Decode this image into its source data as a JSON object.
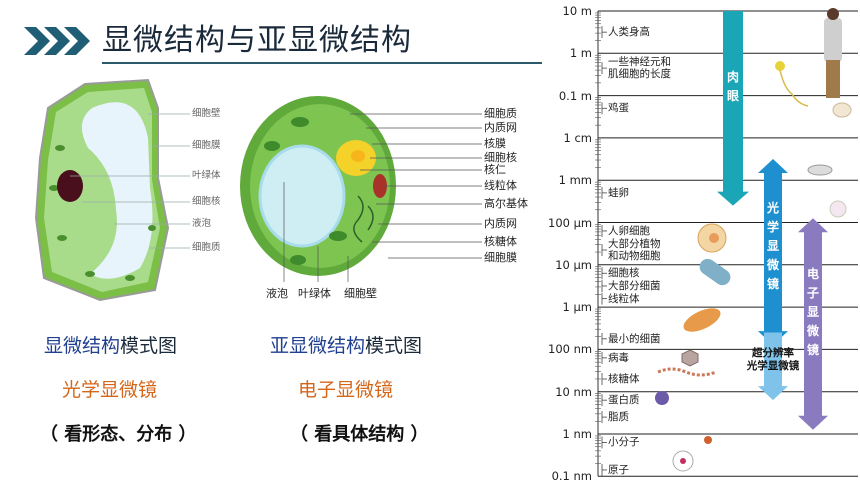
{
  "title": "显微结构与亚显微结构",
  "left_cell_labels": [
    "细胞壁",
    "细胞膜",
    "叶绿体",
    "细胞核",
    "液泡",
    "细胞质"
  ],
  "right_cell_labels": [
    "细胞质",
    "内质网",
    "核膜",
    "细胞核",
    "核仁",
    "线粒体",
    "高尔基体",
    "内质网",
    "核糖体",
    "细胞膜"
  ],
  "right_cell_bottom_labels": [
    "液泡",
    "叶绿体",
    "细胞壁"
  ],
  "left_caption_emph": "显微结构",
  "left_caption_rest": "模式图",
  "right_caption_emph": "亚显微结构",
  "right_caption_rest": "模式图",
  "left_scope": "光学显微镜",
  "right_scope": "电子显微镜",
  "left_purpose": "（ 看形态、分布 ）",
  "right_purpose": "（ 看具体结构 ）",
  "scale": {
    "ticks": [
      "10 m",
      "1 m",
      "0.1 m",
      "1 cm",
      "1 mm",
      "100 µm",
      "10 µm",
      "1 µm",
      "100 nm",
      "10 nm",
      "1 nm",
      "0.1 nm"
    ],
    "items": [
      {
        "label": "人类身高",
        "level": 0.5
      },
      {
        "label": "一些神经元和\n肌细胞的长度",
        "level": 1.35
      },
      {
        "label": "鸡蛋",
        "level": 2.3
      },
      {
        "label": "蛙卵",
        "level": 4.3
      },
      {
        "label": "人卵细胞",
        "level": 5.2
      },
      {
        "label": "大部分植物\n和动物细胞",
        "level": 5.65
      },
      {
        "label": "细胞核",
        "level": 6.2
      },
      {
        "label": "大部分细菌",
        "level": 6.5
      },
      {
        "label": "线粒体",
        "level": 6.8
      },
      {
        "label": "最小的细菌",
        "level": 7.75
      },
      {
        "label": "病毒",
        "level": 8.2
      },
      {
        "label": "核糖体",
        "level": 8.7
      },
      {
        "label": "蛋白质",
        "level": 9.2
      },
      {
        "label": "脂质",
        "level": 9.6
      },
      {
        "label": "小分子",
        "level": 10.2
      },
      {
        "label": "原子",
        "level": 10.85
      }
    ],
    "arrows": [
      {
        "name": "naked-eye",
        "label": "肉眼",
        "color": "#1aa6b7"
      },
      {
        "name": "light-microscope",
        "label": "光学显微镜",
        "color": "#1e90d0"
      },
      {
        "name": "electron-microscope",
        "label": "电子显微镜",
        "color": "#8a7bc0"
      },
      {
        "name": "super-resolution",
        "label": "超分辨率\n光学显微镜",
        "color": "#7fc3ea"
      }
    ]
  }
}
